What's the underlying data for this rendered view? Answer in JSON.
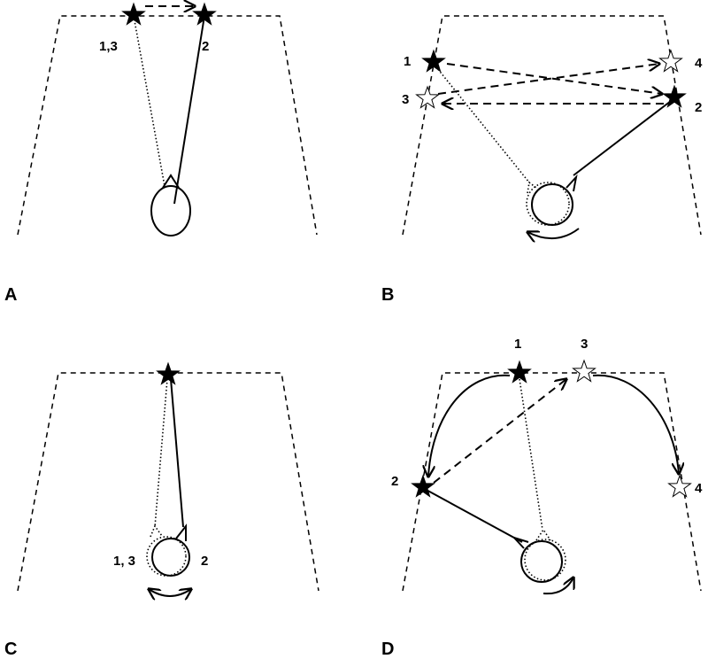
{
  "panels": {
    "A": {
      "panel_label": "A",
      "star_labels": [
        "1,3",
        "2"
      ]
    },
    "B": {
      "panel_label": "B",
      "star_labels": [
        "1",
        "2",
        "3",
        "4"
      ]
    },
    "C": {
      "panel_label": "C",
      "star_labels": [
        "1, 3",
        "2"
      ]
    },
    "D": {
      "panel_label": "D",
      "star_labels": [
        "1",
        "2",
        "3",
        "4"
      ]
    }
  }
}
